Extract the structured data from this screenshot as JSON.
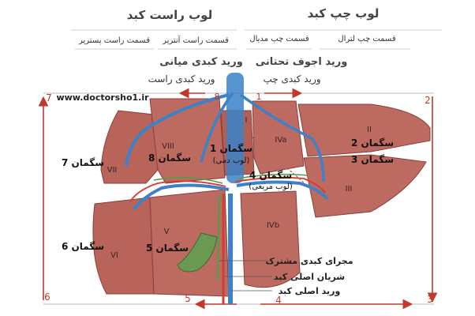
{
  "headings": {
    "right_lobe": "لوب راست کبد",
    "left_lobe": "لوب چپ کبد",
    "right_posterior": "قسمت راست پستریر",
    "right_anterior": "قسمت راست آنتریر",
    "left_medial": "قسمت چپ مدیال",
    "left_lateral": "قسمت چپ لترال"
  },
  "vessels": {
    "middle_hepatic_vein": "ورید کبدی میانی",
    "ivc": "ورید اجوف تحتانی",
    "right_hepatic_vein": "ورید کبدی راست",
    "left_hepatic_vein": "ورید کبدی چپ",
    "common_bile_duct": "مجرای کبدی مشترک",
    "hepatic_artery": "شریان اصلی کبد",
    "portal_vein": "ورید اصلی کبد"
  },
  "website": "www.doctorsho1.ir",
  "segments": {
    "s1_label": "سگمان 1",
    "s1_sub": "(لوب دمی)",
    "s2_label": "سگمان 2",
    "s3_label": "سگمان 3",
    "s4_label": "سگمان 4",
    "s4_sub": "(لوب مربعی)",
    "s5_label": "سگمان 5",
    "s6_label": "سگمان 6",
    "s7_label": "سگمان 7",
    "s8_label": "سگمان 8"
  },
  "roman": {
    "I": "I",
    "II": "II",
    "III": "III",
    "IVa": "IVa",
    "IVb": "IVb",
    "V": "V",
    "VI": "VI",
    "VII": "VII",
    "VIII": "VIII"
  },
  "edge_numbers": [
    "1",
    "2",
    "3",
    "4",
    "5",
    "6",
    "7",
    "8"
  ],
  "colors": {
    "liver": "#b8645a",
    "liver_dark": "#9a4c44",
    "vein_blue": "#3b82c8",
    "artery_red": "#d83a34",
    "bile_green": "#5a9a4a",
    "gallbladder": "#6a9a52",
    "arrow_red": "#c0392b"
  }
}
